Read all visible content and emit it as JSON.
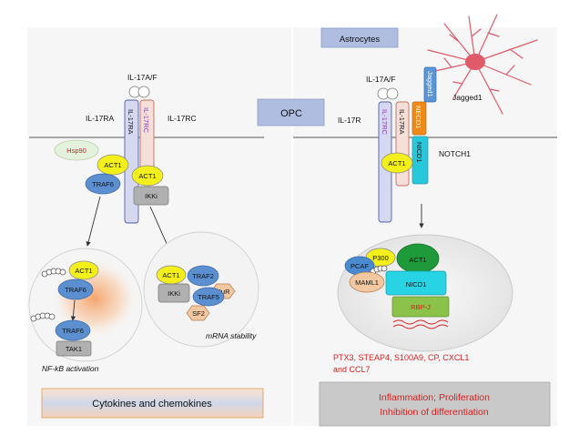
{
  "left": {
    "ligand": "IL-17A/F",
    "receptor_a": "IL-17RA",
    "receptor_c": "IL-17RC",
    "receptor_a_label": "IL-17RA",
    "receptor_c_label": "IL-17RC",
    "hsp90": "Hsp90",
    "act1_membrane": "ACT1",
    "traf6_membrane": "TRAF6",
    "act1_rc": "ACT1",
    "ikki_rc": "IKKi",
    "nfkb_complex": {
      "act1": "ACT1",
      "traf6_a": "TRAF6",
      "traf6_b": "TRAF6",
      "tak1": "TAK1"
    },
    "nfkb_caption": "NF-kB activation",
    "mrna_complex": {
      "act1": "ACT1",
      "traf2": "TRAF2",
      "hur": "HuR",
      "ikki": "IKKi",
      "traf5": "TRAF5",
      "sf2": "SF2"
    },
    "mrna_caption": "mRNA stability",
    "output": "Cytokines and chemokines"
  },
  "middle": {
    "cell": "OPC"
  },
  "right": {
    "astrocytes": "Astrocytes",
    "jagged_bar": "Jagged1",
    "jagged_label": "Jagged1",
    "ligand": "IL-17A/F",
    "receptor_label": "IL-17R",
    "receptor_c": "IL-17RC",
    "receptor_a": "IL-17RA",
    "necd": "NECD1",
    "nicd_membrane": "NICD1",
    "notch": "NOTCH1",
    "act1": "ACT1",
    "nucleus": {
      "p300": "P300",
      "act1": "ACT1",
      "pcaf": "PCAF",
      "maml1": "MAML1",
      "nicd": "NICD1",
      "rbpj": "RBP-J"
    },
    "genes_line1": "PTX3, STEAP4, S100A9, CP, CXCL1",
    "genes_line2": "and CCL7",
    "outcome_line1": "Inflammation; Proliferation",
    "outcome_line2": "Inhibition of differentiation"
  },
  "colors": {
    "act1": "#f2ef1a",
    "traf": "#5b8fd0",
    "ikki": "#b0b0b0",
    "receptor_a": "#d5d8f0",
    "receptor_c": "#f6dfd8",
    "jagged": "#5a96d4",
    "necd": "#ef8a1a",
    "nicd": "#28c8dc",
    "rbpj": "#8bc34a",
    "astrocyte": "#e05a6a",
    "text_red": "#d62020"
  }
}
